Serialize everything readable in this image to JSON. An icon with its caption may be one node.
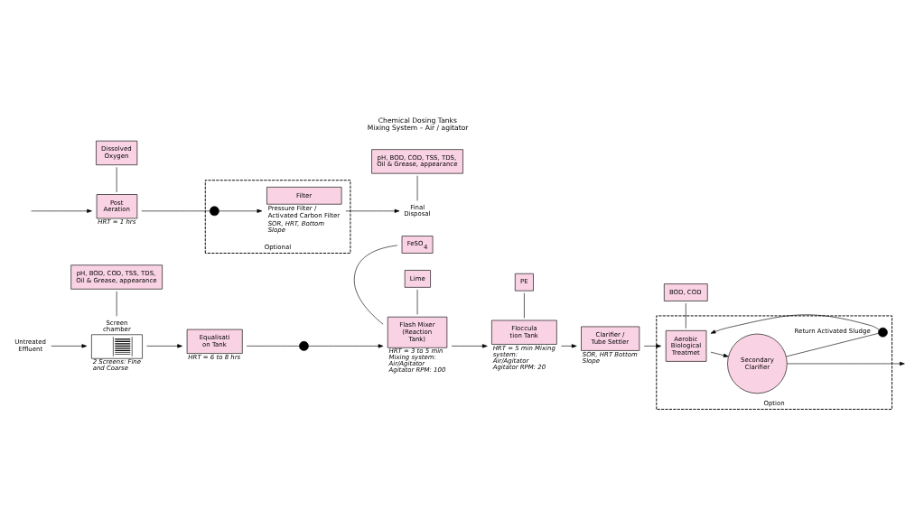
{
  "diagram": {
    "nodes": [
      {
        "text": [
          "Untreated Effluent"
        ]
      },
      {
        "text": [
          "pH, BOD, COD, TSS, TDS, Oil & Grease, appearance"
        ]
      },
      {
        "text": [
          "Screen chamber"
        ],
        "beside": [
          "2 Screens: Fine and Coarse"
        ]
      },
      {
        "text": [
          "Equalisati on Tank"
        ],
        "beside": [
          "HRT = 6 to 8 hrs"
        ]
      },
      {
        "text": [],
        "shape": "pump"
      },
      {
        "text": [
          "FeSO$_{4}$"
        ]
      },
      {
        "text": [
          "Lime"
        ]
      },
      {
        "text": [
          "PE"
        ]
      },
      {
        "text": [
          "Flash Mixer (Reaction Tank)"
        ],
        "beside": [
          "HRT = 3 to 5 min Mixing system: Air/Agitator Agitator RPM: 100"
        ]
      },
      {
        "text": [
          "Floccula tion Tank"
        ],
        "beside": [
          "HRT = 5 min Mixing system: Air/Agitator Agitator RPM: 20"
        ]
      },
      {
        "text": [
          "BOD, COD"
        ]
      },
      {
        "text": [
          "Clarifier / Tube Settler"
        ],
        "beside": [
          "SOR, HRT Bottom Slope"
        ]
      },
      {
        "text": [
          "Option"
        ]
      },
      {
        "text": [
          "Aerobic Biological Treatmet"
        ],
        "in": 12
      },
      {
        "text": [
          "Secondary Clarifier"
        ],
        "in": 12
      },
      {
        "text": [],
        "shape": "pump",
        "in": 12
      },
      {
        "text": [
          "Post Aeration"
        ],
        "beside": [
          "HRT = 1 hrs"
        ]
      },
      {
        "text": [
          "Dissolved Oxygen"
        ]
      },
      {
        "text": [
          "Optional"
        ]
      },
      {
        "text": [],
        "shape": "pump",
        "in": 18
      },
      {
        "text": [
          "Filter"
        ],
        "in": 18,
        "beside": [
          "Pressure Filter / Activated Carbon Filter",
          "SOR, HRT, Bottom Slope"
        ]
      },
      {
        "text": [
          "pH, BOD, COD, TSS, TDS, Oil & Grease, appearance"
        ]
      },
      {
        "text": [
          "Final Disposal"
        ]
      }
    ],
    "edges": [
      {
        "from": 0,
        "to": 2,
        "arrow": "to"
      },
      {
        "from": 1,
        "to": 2,
        "arrow": "none"
      },
      {
        "from": 2,
        "to": 3,
        "arrow": "to"
      },
      {
        "from": 3,
        "to": 4,
        "arrow": "none"
      },
      {
        "from": 4,
        "to": 8,
        "arrow": "to"
      },
      {
        "from": 5,
        "to": 8,
        "arrow": "none"
      },
      {
        "from": 6,
        "to": 8,
        "arrow": "none"
      },
      {
        "from": 7,
        "to": 9,
        "arrow": "none"
      },
      {
        "from": 8,
        "to": 9,
        "arrow": "to"
      },
      {
        "from": 9,
        "to": 11,
        "arrow": "to"
      },
      {
        "from": 11,
        "to": 13,
        "arrow": "to"
      },
      {
        "from": 10,
        "to": 13,
        "arrow": "none"
      },
      {
        "from": 13,
        "to": 14,
        "arrow": "to"
      },
      {
        "from": 14,
        "to": 15,
        "arrow": "none",
        "label": "Return Activated Sludge"
      },
      {
        "from": 15,
        "to": 13,
        "arrow": "to"
      },
      {
        "from": 14,
        "to": null,
        "arrow": "to"
      },
      {
        "from": null,
        "to": 16,
        "arrow": "to"
      },
      {
        "from": 16,
        "to": 19,
        "arrow": "none"
      },
      {
        "from": 19,
        "to": 20,
        "arrow": "to"
      },
      {
        "from": 17,
        "to": 16,
        "arrow": "none"
      },
      {
        "from": 20,
        "to": 22,
        "arrow": "to"
      },
      {
        "from": 21,
        "to": 22,
        "arrow": "none"
      }
    ],
    "labels": [
      "Chemical Dosing Tanks",
      "Mixing System – Air / agitator"
    ]
  }
}
